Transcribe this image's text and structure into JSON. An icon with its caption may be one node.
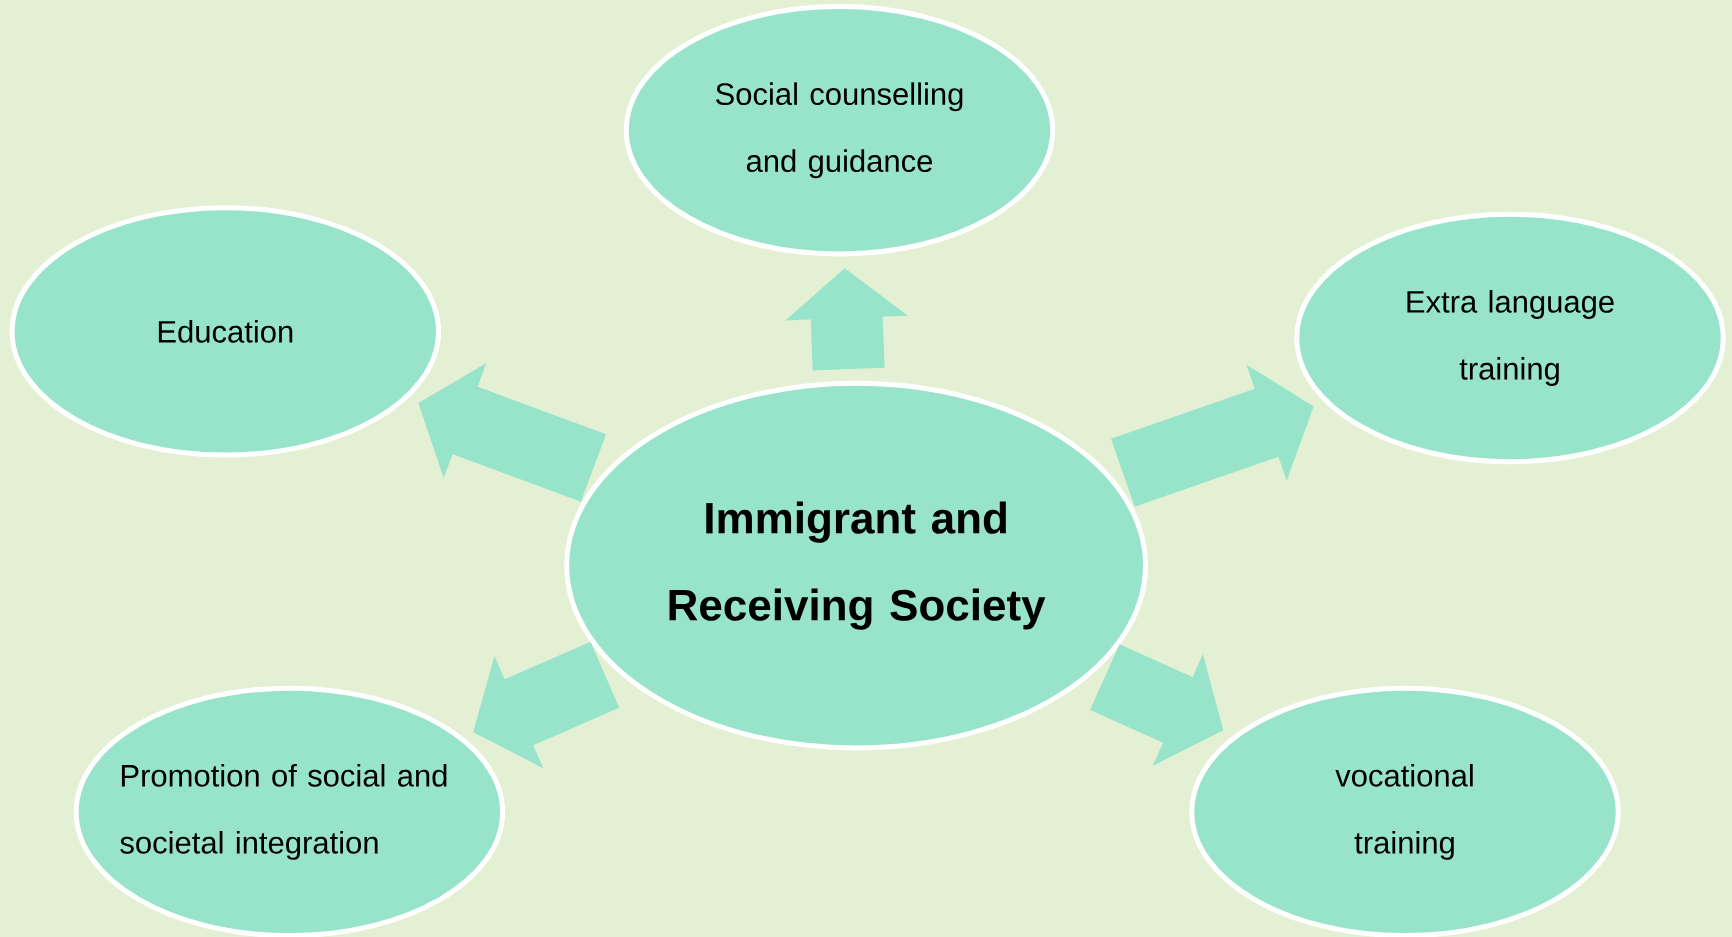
{
  "diagram": {
    "nodes": [
      {
        "text": [
          "Social counselling and guidance"
        ]
      },
      {
        "text": [
          "Education"
        ]
      },
      {
        "text": [
          "Extra language training"
        ]
      },
      {
        "text": [
          "Immigrant and Receiving Society"
        ]
      },
      {
        "text": [
          "Promotion of social and societal integration"
        ]
      },
      {
        "text": [
          "vocational training"
        ]
      }
    ],
    "edges": [
      {
        "from": 3,
        "to": 0,
        "arrow": "to"
      },
      {
        "from": 3,
        "to": 1,
        "arrow": "to"
      },
      {
        "from": 3,
        "to": 2,
        "arrow": "to"
      },
      {
        "from": 3,
        "to": 4,
        "arrow": "to"
      },
      {
        "from": 3,
        "to": 5,
        "arrow": "to"
      }
    ]
  }
}
